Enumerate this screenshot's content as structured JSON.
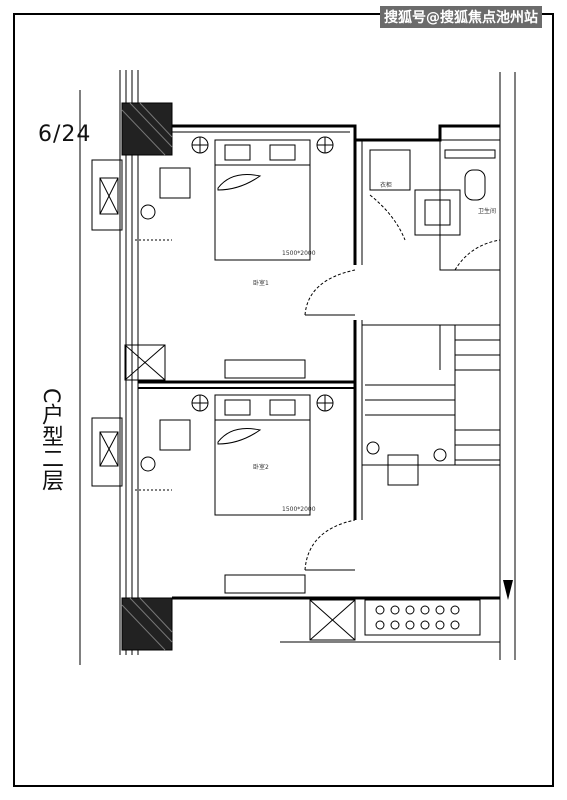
{
  "watermark": "搜狐号@搜狐焦点池州站",
  "unit_label": "6/24",
  "type_label": "C户型二层",
  "rooms": {
    "bedroom1": "卧室1",
    "bedroom2": "卧室2",
    "bath": "卫生间",
    "closet": "衣柜"
  },
  "bed_size": "1500*2000"
}
